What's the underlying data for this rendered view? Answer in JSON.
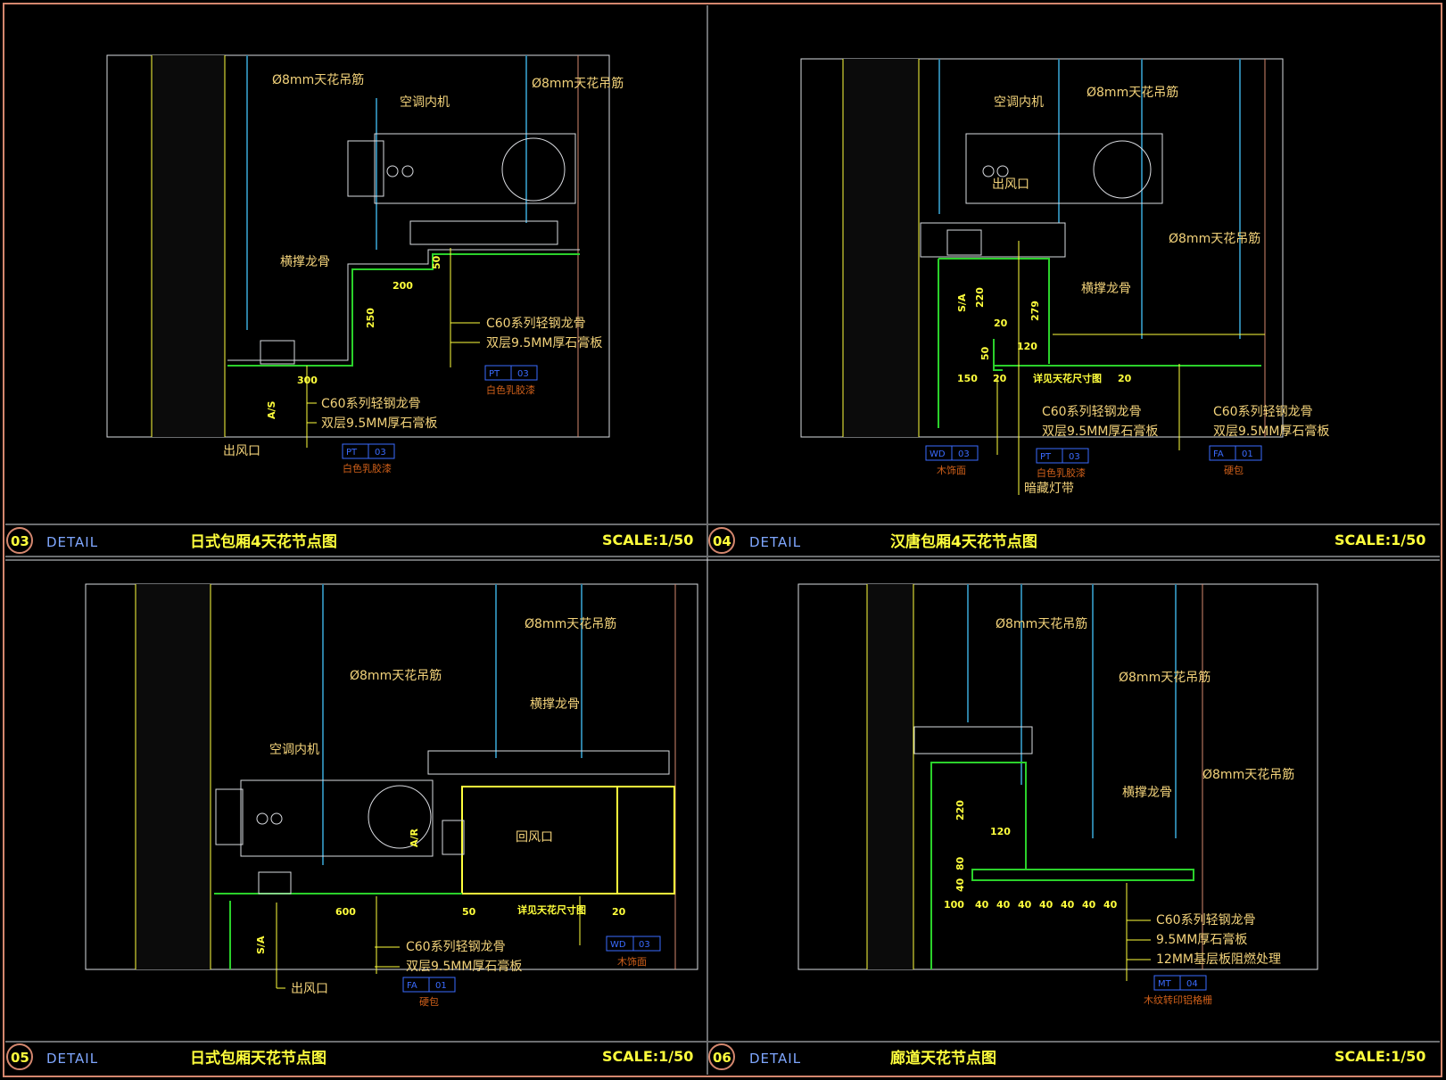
{
  "colors": {
    "border": "#d4876e",
    "frame": "#d9dbe0",
    "wall": "#ffff3c",
    "hanger": "#2c7fa3",
    "board": "#2bd12b",
    "leader": "#ffff3c",
    "text": "#f2d27a",
    "tag": "#3a6bff",
    "tagsub": "#d0601a"
  },
  "panels": [
    {
      "num": "03",
      "detail": "DETAIL",
      "title": "日式包厢4天花节点图",
      "scale": "SCALE:1/50",
      "labels": [
        "Ø8mm天花吊筋",
        "Ø8mm天花吊筋",
        "空调内机",
        "横撑龙骨",
        "C60系列轻钢龙骨",
        "双层9.5MM厚石膏板",
        "C60系列轻钢龙骨",
        "双层9.5MM厚石膏板",
        "出风口"
      ],
      "dims": [
        "200",
        "50",
        "250",
        "300"
      ],
      "vlabel": "A/S",
      "tags": [
        {
          "code": "PT",
          "no": "03",
          "sub": "白色乳胶漆"
        },
        {
          "code": "PT",
          "no": "03",
          "sub": "白色乳胶漆"
        }
      ]
    },
    {
      "num": "04",
      "detail": "DETAIL",
      "title": "汉唐包厢4天花节点图",
      "scale": "SCALE:1/50",
      "labels": [
        "空调内机",
        "Ø8mm天花吊筋",
        "出风口",
        "Ø8mm天花吊筋",
        "横撑龙骨",
        "C60系列轻钢龙骨",
        "双层9.5MM厚石膏板",
        "C60系列轻钢龙骨",
        "双层9.5MM厚石膏板",
        "暗藏灯带"
      ],
      "dims": [
        "220",
        "279",
        "20",
        "50",
        "120",
        "150",
        "20",
        "20"
      ],
      "vlabel": "S/A",
      "dimnote": "详见天花尺寸图",
      "tags": [
        {
          "code": "WD",
          "no": "03",
          "sub": "木饰面"
        },
        {
          "code": "PT",
          "no": "03",
          "sub": "白色乳胶漆"
        },
        {
          "code": "FA",
          "no": "01",
          "sub": "硬包"
        }
      ]
    },
    {
      "num": "05",
      "detail": "DETAIL",
      "title": "日式包厢天花节点图",
      "scale": "SCALE:1/50",
      "labels": [
        "Ø8mm天花吊筋",
        "Ø8mm天花吊筋",
        "横撑龙骨",
        "空调内机",
        "回风口",
        "C60系列轻钢龙骨",
        "双层9.5MM厚石膏板",
        "出风口"
      ],
      "dims": [
        "600",
        "50",
        "20"
      ],
      "vlabel": "S/A",
      "vlabel2": "A/R",
      "dimnote": "详见天花尺寸图",
      "tags": [
        {
          "code": "WD",
          "no": "03",
          "sub": "木饰面"
        },
        {
          "code": "FA",
          "no": "01",
          "sub": "硬包"
        }
      ]
    },
    {
      "num": "06",
      "detail": "DETAIL",
      "title": "廊道天花节点图",
      "scale": "SCALE:1/50",
      "labels": [
        "Ø8mm天花吊筋",
        "Ø8mm天花吊筋",
        "Ø8mm天花吊筋",
        "横撑龙骨",
        "C60系列轻钢龙骨",
        "9.5MM厚石膏板",
        "12MM基层板阻燃处理"
      ],
      "dims": [
        "220",
        "120",
        "80",
        "40",
        "100",
        "40",
        "40",
        "40",
        "40",
        "40",
        "40",
        "40"
      ],
      "tags": [
        {
          "code": "MT",
          "no": "04",
          "sub": "木纹转印铝格栅"
        }
      ]
    }
  ]
}
